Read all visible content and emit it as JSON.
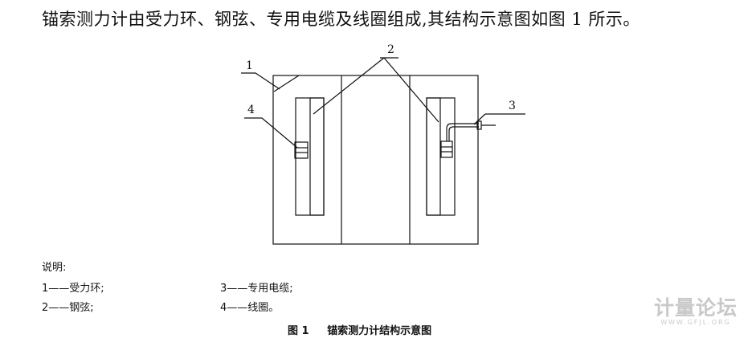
{
  "intro_text": "锚索测力计由受力环、钢弦、专用电缆及线圈组成,其结构示意图如图 1 所示。",
  "diagram_labels": {
    "label_1": "1",
    "label_2": "2",
    "label_3": "3",
    "label_4": "4"
  },
  "legend": {
    "title": "说明:",
    "items": [
      "1——受力环;",
      "2——钢弦;",
      "3——专用电缆;",
      "4——线圈。"
    ]
  },
  "caption": {
    "number": "图 1",
    "title": "锚索测力计结构示意图"
  },
  "watermark": {
    "name": "计量论坛",
    "url": "WWW.GFJL.ORG"
  }
}
